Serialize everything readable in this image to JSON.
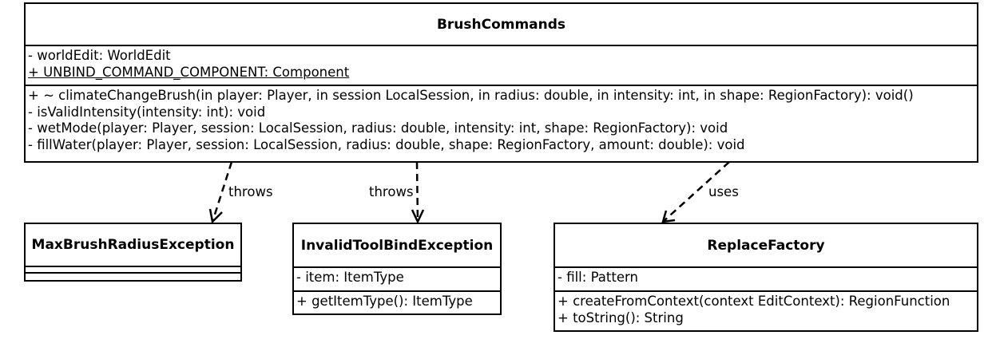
{
  "classes": {
    "brush_commands": {
      "name": "BrushCommands",
      "attributes": [
        "- worldEdit: WorldEdit",
        "+ UNBIND_COMMAND_COMPONENT: Component"
      ],
      "operations": [
        "+ ~ climateChangeBrush(in player: Player, in session LocalSession, in radius: double, in intensity: int, in shape: RegionFactory): void()",
        "- isValidIntensity(intensity: int): void",
        "- wetMode(player: Player, session: LocalSession, radius: double, intensity: int, shape: RegionFactory): void",
        "- fillWater(player: Player, session: LocalSession, radius: double, shape: RegionFactory, amount: double): void"
      ]
    },
    "max_brush_radius_exception": {
      "name": "MaxBrushRadiusException"
    },
    "invalid_tool_bind_exception": {
      "name": "InvalidToolBindException",
      "attributes": [
        "- item: ItemType"
      ],
      "operations": [
        "+ getItemType(): ItemType"
      ]
    },
    "replace_factory": {
      "name": "ReplaceFactory",
      "attributes": [
        "- fill: Pattern"
      ],
      "operations": [
        "+ createFromContext(context EditContext): RegionFunction",
        "+ toString(): String"
      ]
    }
  },
  "relations": [
    {
      "from": "BrushCommands",
      "to": "MaxBrushRadiusException",
      "type": "dependency",
      "label": "throws"
    },
    {
      "from": "BrushCommands",
      "to": "InvalidToolBindException",
      "type": "dependency",
      "label": "throws"
    },
    {
      "from": "BrushCommands",
      "to": "ReplaceFactory",
      "type": "dependency",
      "label": "uses"
    }
  ]
}
